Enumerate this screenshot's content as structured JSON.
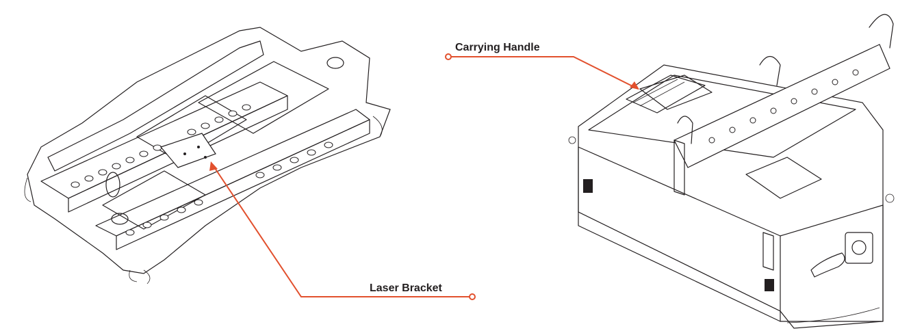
{
  "callouts": {
    "carrying_handle": "Carrying Handle",
    "laser_bracket": "Laser Bracket"
  },
  "colors": {
    "leader_line": "#e2502d",
    "line_art": "#231f20",
    "background": "#ffffff"
  },
  "icons": {
    "left": "rigging-frame-drawing",
    "right": "speaker-cabinet-with-frame-drawing"
  }
}
